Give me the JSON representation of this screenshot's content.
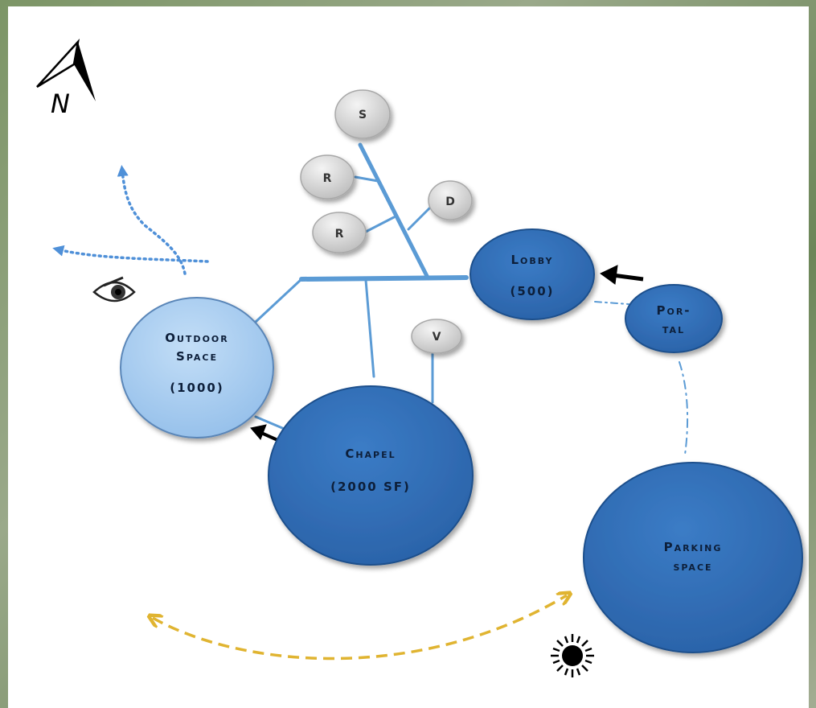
{
  "compass": {
    "label": "N"
  },
  "nodes": {
    "lobby": {
      "line1": "Lobby",
      "line2": "(500)"
    },
    "portal": {
      "line1": "Por-",
      "line2": "tal"
    },
    "outdoor": {
      "line1": "Outdoor",
      "line2": "Space",
      "line3": "(1000)"
    },
    "chapel": {
      "line1": "Chapel",
      "line2": "(2000 SF)"
    },
    "parking": {
      "line1": "Parking",
      "line2": "space"
    },
    "s": {
      "label": "S"
    },
    "r1": {
      "label": "R"
    },
    "r2": {
      "label": "R"
    },
    "d": {
      "label": "D"
    },
    "v": {
      "label": "V"
    }
  },
  "colors": {
    "node_dark": "#2f6db6",
    "node_light": "#a9cdf2",
    "connector": "#5b9bd5",
    "bubble_gray": "#d9d9d9",
    "sun_path": "#e0b431",
    "wind": "#4f90d8"
  }
}
